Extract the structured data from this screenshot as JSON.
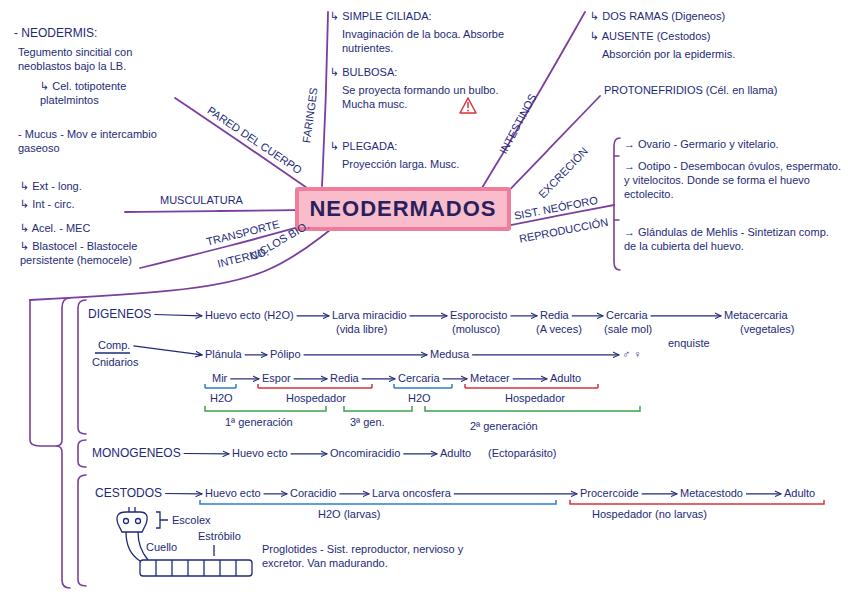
{
  "diagram": {
    "nodes": [
      {
        "text": [
          "NEODERMADOS"
        ]
      }
    ],
    "labels": [
      "- NEODERMIS:",
      "Tegumento sincitial con neoblastos bajo la LB.",
      "↳ Cel. totipotente platelmintos",
      "- Mucus - Mov e intercambio gaseoso",
      "PARED DEL CUERPO",
      "FARINGES",
      "↳ SIMPLE CILIADA:",
      "Invaginación de la boca. Absorbe nutrientes.",
      "↳ BULBOSA:",
      "Se proyecta formando un bulbo. Mucha musc.",
      "↳ PLEGADA:",
      "Proyección larga. Musc.",
      "INTESTINOS",
      "↳ DOS RAMAS (Digeneos)",
      "↳ AUSENTE (Cestodos)",
      "Absorción por la epidermis.",
      "EXCRECIÓN",
      "PROTONEFRIDIOS (Cél. en llama)",
      "SIST. NEÓFORO",
      "REPRODUCCIÓN",
      "→ Ovario - Germario y vitelario.",
      "→ Ootipo - Desembocan óvulos, espermato. y vitelocitos. Donde se forma el huevo ectolecito.",
      "→ Glándulas de Mehlis - Sintetizan comp. de la cubierta del huevo.",
      "MUSCULATURA",
      "↳ Ext - long.",
      "↳ Int - circ.",
      "↳ Acel. - MEC",
      "↳ Blastocel - Blastocele persistente (hemocele)",
      "TRANSPORTE",
      "INTERNO.",
      "CICLOS BIO.",
      "DIGENEOS",
      "Huevo ecto (H2O)",
      "Larva miracidio",
      "(vida libre)",
      "Esporocisto",
      "(molusco)",
      "Redia",
      "(A veces)",
      "Cercaria",
      "(sale mol)",
      "enquiste",
      "Metacercaria",
      "(vegetales)",
      "Comp.",
      "Cnidarios",
      "Plánula",
      "Pólipo",
      "Medusa",
      "♂ ♀",
      "Mir",
      "Espor",
      "Redia",
      "Cercaria",
      "Metacer",
      "Adulto",
      "H2O",
      "Hospedador",
      "H2O",
      "Hospedador",
      "1ª generación",
      "3ª gen.",
      "2ª generación",
      "MONOGENEOS",
      "Huevo ecto",
      "Oncomiracidio",
      "Adulto",
      "(Ectoparásito)",
      "CESTODOS",
      "Huevo ecto",
      "Coracidio",
      "Larva oncosfera",
      "Procercoide",
      "Metacestodo",
      "Adulto",
      "H2O (larvas)",
      "Hospedador (no larvas)",
      "Escolex",
      "Estróbilo",
      "Cuello",
      "Proglotides - Sist. reproductor, nervioso y excretor. Van madurando."
    ]
  }
}
